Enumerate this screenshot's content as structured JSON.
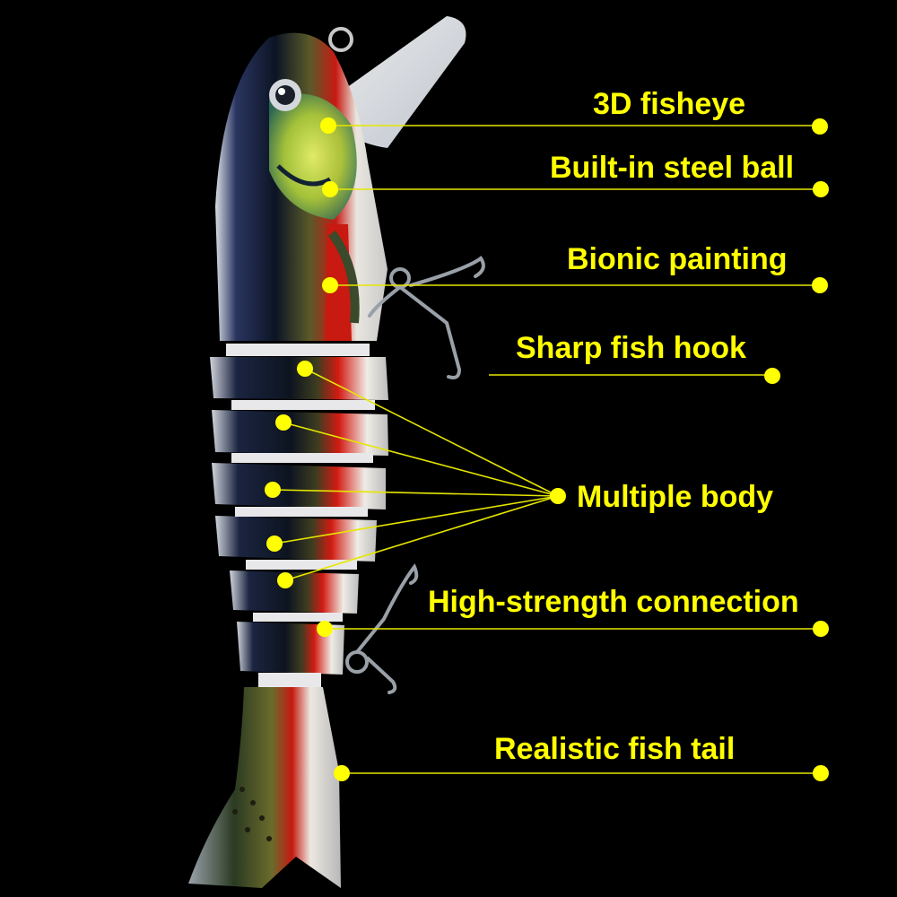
{
  "annotations": {
    "fisheye": "3D fisheye",
    "steel_ball": "Built-in steel ball",
    "bionic_painting": "Bionic painting",
    "fish_hook": "Sharp fish hook",
    "multiple_body": "Multiple body",
    "connection": "High-strength connection",
    "fish_tail": "Realistic fish tail"
  },
  "colors": {
    "background": "#000000",
    "label_text": "#FFFF00",
    "leader_line": "#E6E600",
    "marker_dot": "#FFFF00"
  },
  "product_image": {
    "subject": "multi-jointed swimbait fishing lure",
    "segment_count": 7
  }
}
